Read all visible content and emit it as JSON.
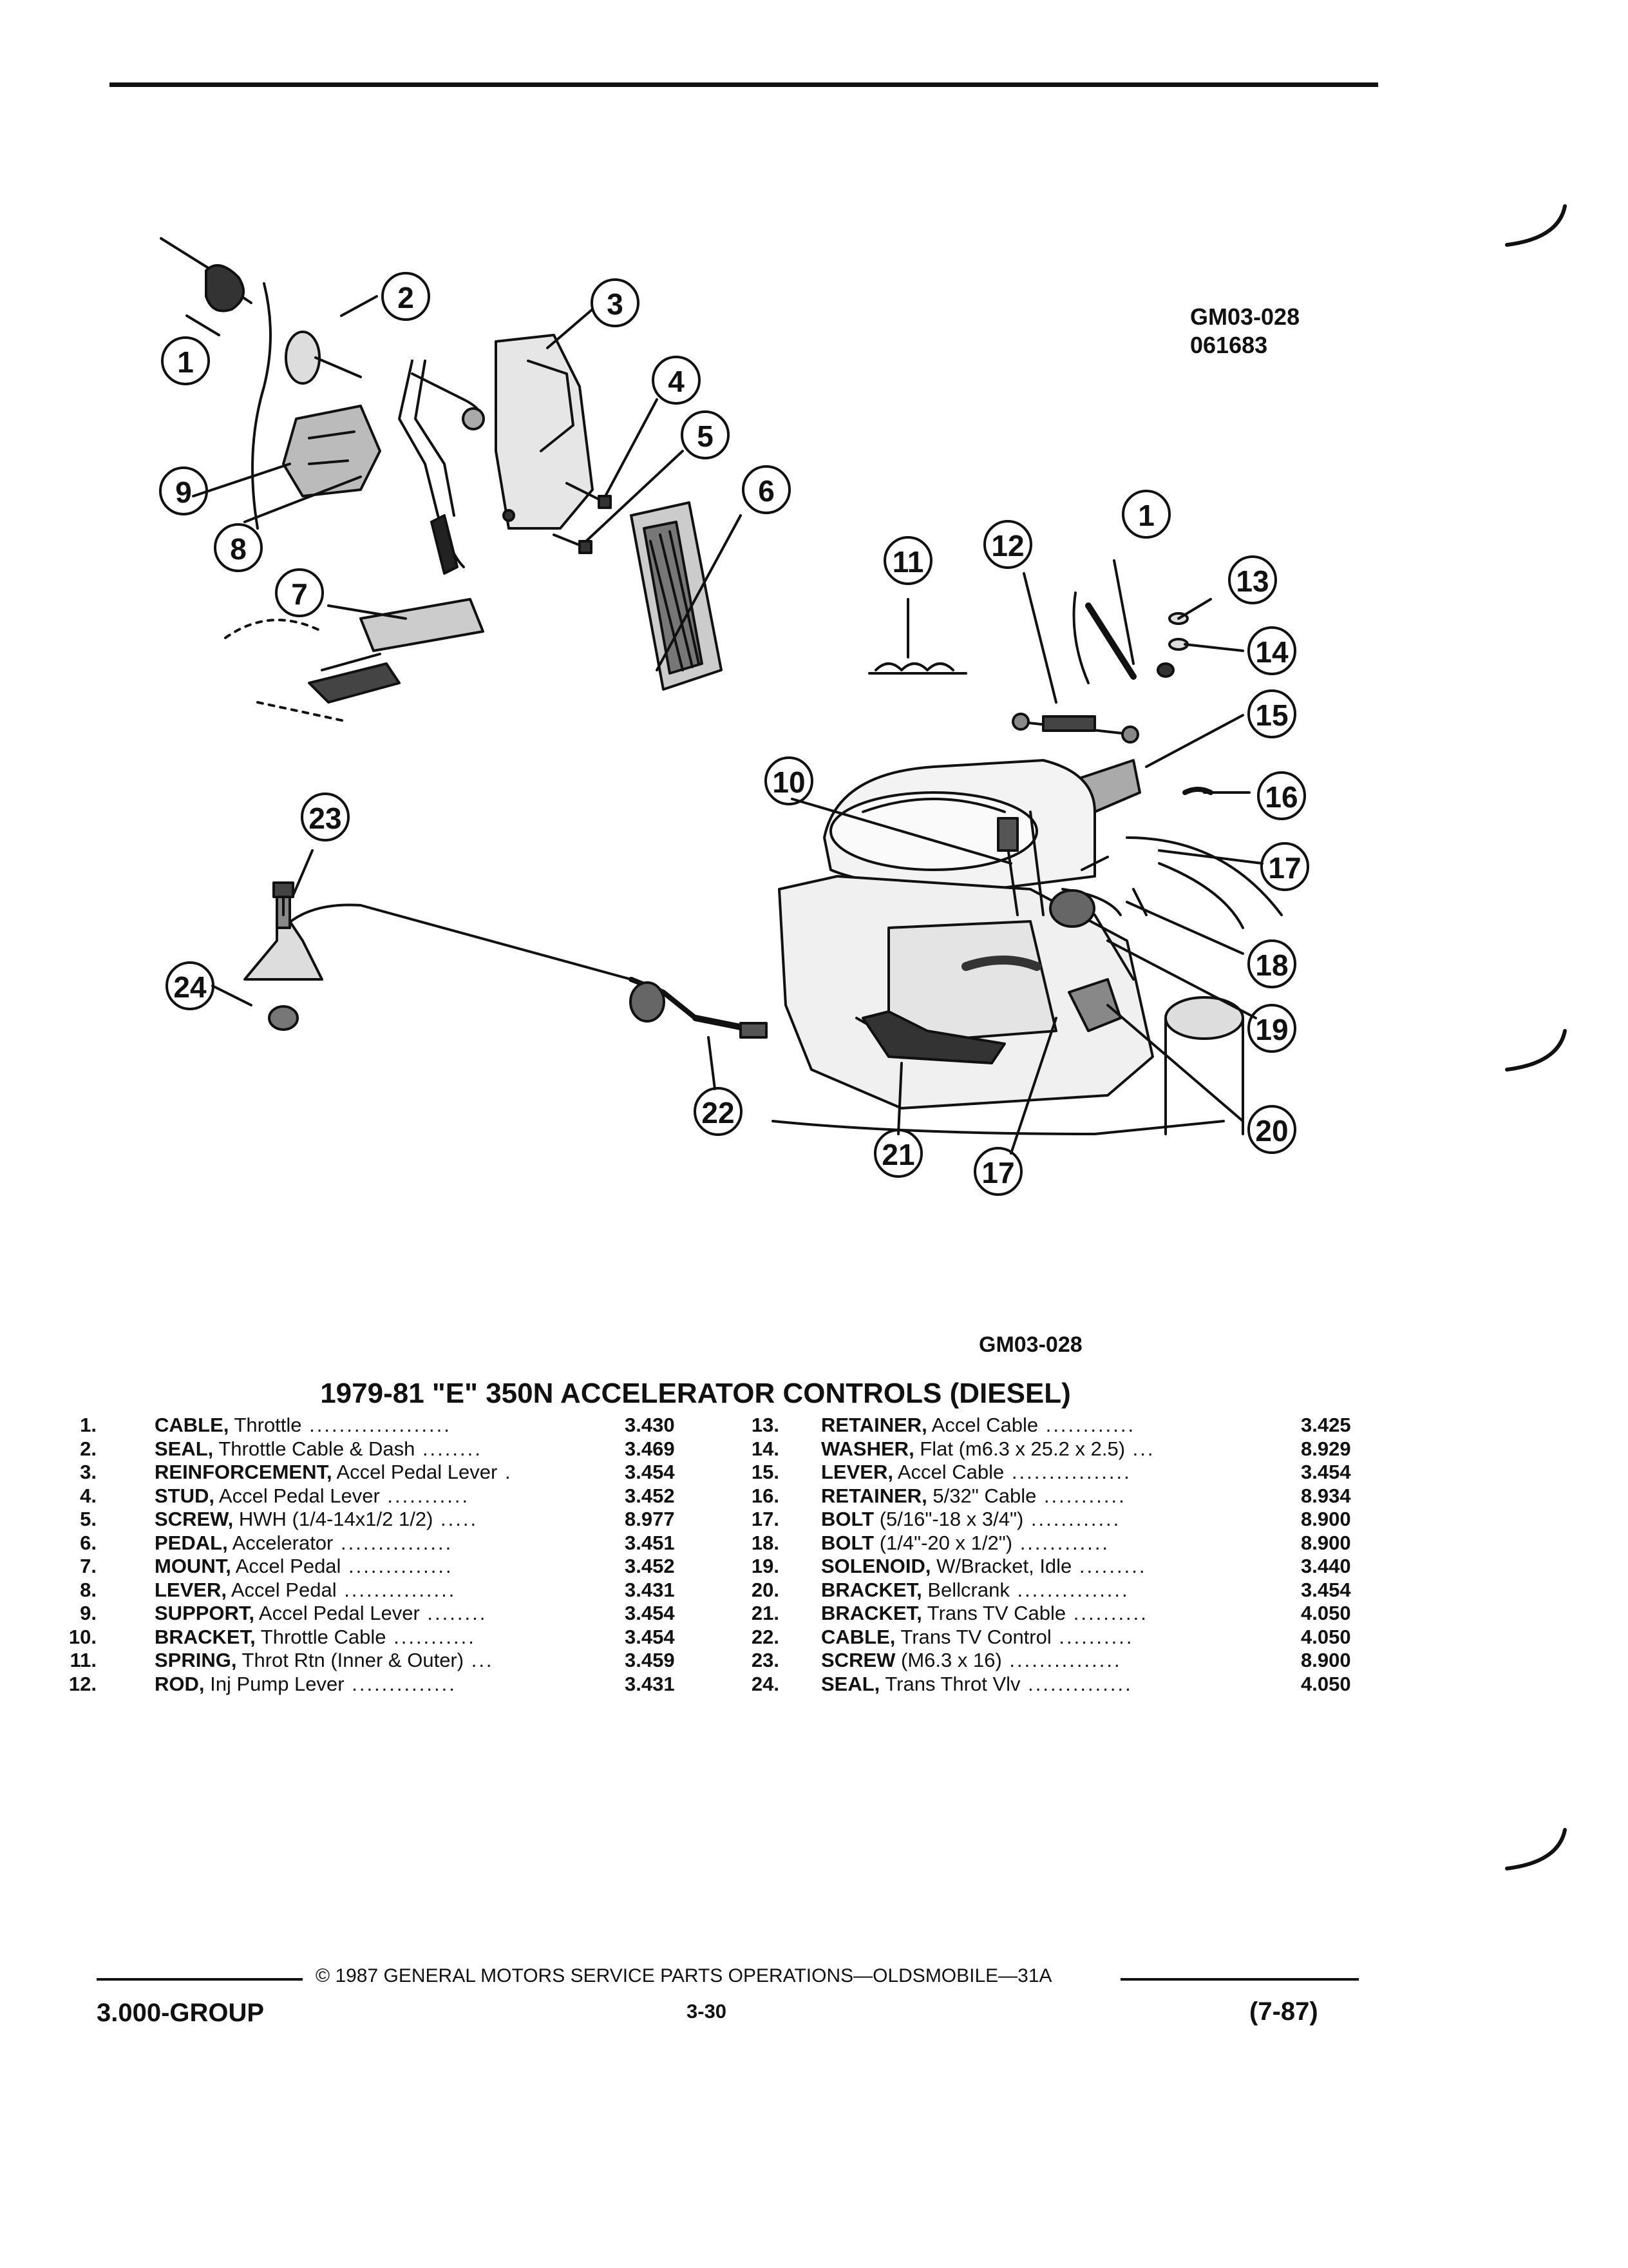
{
  "figure": {
    "code": "GM03-028",
    "date_code": "061683",
    "code_below": "GM03-028"
  },
  "title": "1979-81 \"E\" 350N ACCELERATOR CONTROLS (DIESEL)",
  "callouts": [
    "1",
    "2",
    "3",
    "4",
    "5",
    "6",
    "7",
    "8",
    "9",
    "10",
    "11",
    "12",
    "13",
    "14",
    "15",
    "16",
    "17",
    "18",
    "19",
    "20",
    "21",
    "22",
    "23",
    "24"
  ],
  "parts_left": [
    {
      "num": "1.",
      "name_bold": "CABLE,",
      "name": " Throttle",
      "dots": " ...................",
      "value": "3.430"
    },
    {
      "num": "2.",
      "name_bold": "SEAL,",
      "name": " Throttle Cable & Dash",
      "dots": " ........",
      "value": "3.469"
    },
    {
      "num": "3.",
      "name_bold": "REINFORCEMENT,",
      "name": " Accel Pedal Lever",
      "dots": " .",
      "value": "3.454"
    },
    {
      "num": "4.",
      "name_bold": "STUD,",
      "name": " Accel Pedal Lever",
      "dots": " ...........",
      "value": "3.452"
    },
    {
      "num": "5.",
      "name_bold": "SCREW,",
      "name": " HWH (1/4-14x1/2 1/2)",
      "dots": " .....",
      "value": "8.977"
    },
    {
      "num": "6.",
      "name_bold": "PEDAL,",
      "name": " Accelerator",
      "dots": " ...............",
      "value": "3.451"
    },
    {
      "num": "7.",
      "name_bold": "MOUNT,",
      "name": " Accel Pedal",
      "dots": " ..............",
      "value": "3.452"
    },
    {
      "num": "8.",
      "name_bold": "LEVER,",
      "name": " Accel Pedal",
      "dots": " ...............",
      "value": "3.431"
    },
    {
      "num": "9.",
      "name_bold": "SUPPORT,",
      "name": " Accel Pedal Lever",
      "dots": " ........",
      "value": "3.454"
    },
    {
      "num": "10.",
      "name_bold": "BRACKET,",
      "name": " Throttle Cable",
      "dots": " ...........",
      "value": "3.454"
    },
    {
      "num": "11.",
      "name_bold": "SPRING,",
      "name": " Throt Rtn (Inner & Outer)",
      "dots": " ...",
      "value": "3.459"
    },
    {
      "num": "12.",
      "name_bold": "ROD,",
      "name": " Inj Pump Lever",
      "dots": " ..............",
      "value": "3.431"
    }
  ],
  "parts_right": [
    {
      "num": "13.",
      "name_bold": "RETAINER,",
      "name": " Accel Cable",
      "dots": " ............",
      "value": "3.425"
    },
    {
      "num": "14.",
      "name_bold": "WASHER,",
      "name": " Flat (m6.3 x 25.2 x 2.5)",
      "dots": " ...",
      "value": "8.929"
    },
    {
      "num": "15.",
      "name_bold": "LEVER,",
      "name": " Accel Cable",
      "dots": " ................",
      "value": "3.454"
    },
    {
      "num": "16.",
      "name_bold": "RETAINER,",
      "name": " 5/32\" Cable",
      "dots": " ...........",
      "value": "8.934"
    },
    {
      "num": "17.",
      "name_bold": "BOLT",
      "name": " (5/16\"-18 x 3/4\")",
      "dots": " ............",
      "value": "8.900"
    },
    {
      "num": "18.",
      "name_bold": "BOLT",
      "name": " (1/4\"-20 x 1/2\")",
      "dots": " ............",
      "value": "8.900"
    },
    {
      "num": "19.",
      "name_bold": "SOLENOID,",
      "name": " W/Bracket, Idle",
      "dots": " .........",
      "value": "3.440"
    },
    {
      "num": "20.",
      "name_bold": "BRACKET,",
      "name": " Bellcrank",
      "dots": " ...............",
      "value": "3.454"
    },
    {
      "num": "21.",
      "name_bold": "BRACKET,",
      "name": " Trans TV Cable",
      "dots": " ..........",
      "value": "4.050"
    },
    {
      "num": "22.",
      "name_bold": "CABLE,",
      "name": " Trans TV Control",
      "dots": " ..........",
      "value": "4.050"
    },
    {
      "num": "23.",
      "name_bold": "SCREW",
      "name": " (M6.3 x 16)",
      "dots": " ...............",
      "value": "8.900"
    },
    {
      "num": "24.",
      "name_bold": "SEAL,",
      "name": " Trans Throt Vlv",
      "dots": " ..............",
      "value": "4.050"
    }
  ],
  "footer": {
    "copyright": "© 1987 GENERAL MOTORS SERVICE PARTS OPERATIONS—OLDSMOBILE—31A",
    "group": "3.000-GROUP",
    "page": "3-30",
    "revision": "(7-87)"
  }
}
